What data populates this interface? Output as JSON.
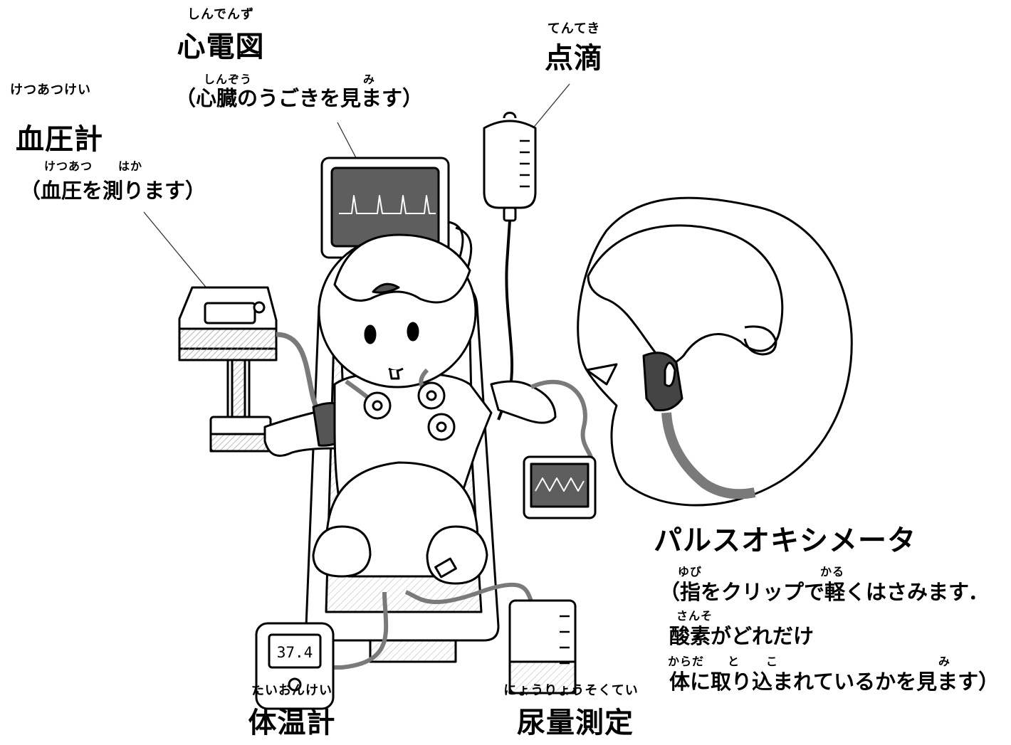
{
  "labels": {
    "ecg": {
      "ruby": "しんでんず",
      "title": "心電図",
      "desc_ruby_a": "しんぞう",
      "desc_ruby_b": "み",
      "desc": "（心臓のうごきを見ます）"
    },
    "iv": {
      "ruby": "てんてき",
      "title": "点滴"
    },
    "bp": {
      "ruby_top": "けつあつけい",
      "title": "血圧計",
      "desc_ruby_a": "けつあつ",
      "desc_ruby_b": "はか",
      "desc": "（血圧を測ります）"
    },
    "pulse_ox": {
      "title": "パルスオキシメータ",
      "line1_ruby_a": "ゆび",
      "line1_ruby_b": "かる",
      "line1": "（指をクリップで軽くはさみます．",
      "line2_ruby": "さんそ",
      "line2": "酸素がどれだけ",
      "line3_ruby_a": "からだ",
      "line3_ruby_b": "と",
      "line3_ruby_c": "こ",
      "line3_ruby_d": "み",
      "line3": "体に取り込まれているかを見ます）"
    },
    "thermometer": {
      "ruby": "たいおんけい",
      "title": "体温計"
    },
    "urine": {
      "ruby": "にょうりょうそくてい",
      "title": "尿量測定"
    }
  },
  "thermometer_display": "37.4",
  "colors": {
    "ink": "#000000",
    "monitor_screen": "#5e5e5e",
    "tube": "#7a7a7a",
    "cuff": "#555555"
  }
}
